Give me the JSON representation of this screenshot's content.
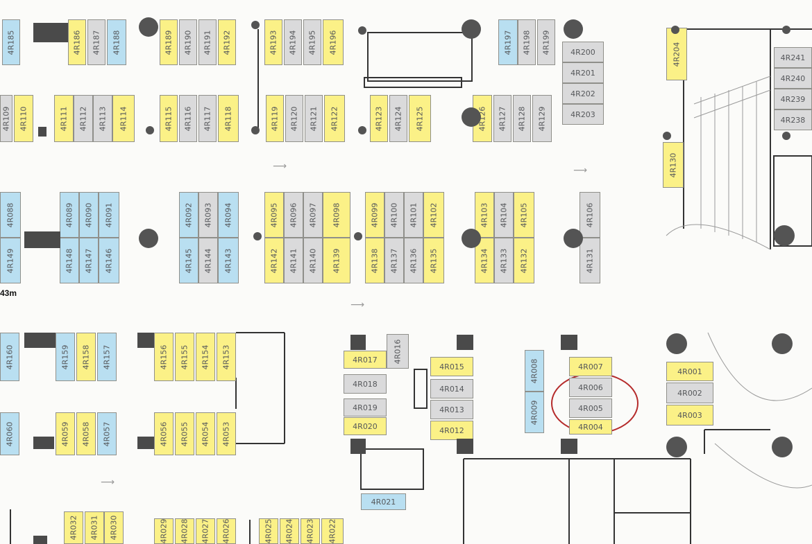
{
  "scale_label": "43m",
  "colors": {
    "yellow": "#fbf187",
    "gray": "#dadadb",
    "blue": "#b9dff1",
    "highlight": "#b52b2b"
  },
  "highlight_note": "Red circle around booths 4R006 and 4R005",
  "booths": [
    {
      "id": "4R185",
      "c": "blue"
    },
    {
      "id": "4R186",
      "c": "yellow"
    },
    {
      "id": "4R187",
      "c": "gray"
    },
    {
      "id": "4R188",
      "c": "blue"
    },
    {
      "id": "4R189",
      "c": "yellow"
    },
    {
      "id": "4R190",
      "c": "gray"
    },
    {
      "id": "4R191",
      "c": "gray"
    },
    {
      "id": "4R192",
      "c": "yellow"
    },
    {
      "id": "4R193",
      "c": "yellow"
    },
    {
      "id": "4R194",
      "c": "gray"
    },
    {
      "id": "4R195",
      "c": "gray"
    },
    {
      "id": "4R196",
      "c": "yellow"
    },
    {
      "id": "4R197",
      "c": "blue"
    },
    {
      "id": "4R198",
      "c": "gray"
    },
    {
      "id": "4R199",
      "c": "gray"
    },
    {
      "id": "4R200",
      "c": "gray"
    },
    {
      "id": "4R201",
      "c": "gray"
    },
    {
      "id": "4R202",
      "c": "gray"
    },
    {
      "id": "4R203",
      "c": "gray"
    },
    {
      "id": "4R204",
      "c": "yellow"
    },
    {
      "id": "4R241",
      "c": "gray"
    },
    {
      "id": "4R240",
      "c": "gray"
    },
    {
      "id": "4R239",
      "c": "gray"
    },
    {
      "id": "4R238",
      "c": "gray"
    },
    {
      "id": "4R109",
      "c": "gray"
    },
    {
      "id": "4R110",
      "c": "yellow"
    },
    {
      "id": "4R111",
      "c": "yellow"
    },
    {
      "id": "4R112",
      "c": "gray"
    },
    {
      "id": "4R113",
      "c": "gray"
    },
    {
      "id": "4R114",
      "c": "yellow"
    },
    {
      "id": "4R115",
      "c": "yellow"
    },
    {
      "id": "4R116",
      "c": "gray"
    },
    {
      "id": "4R117",
      "c": "gray"
    },
    {
      "id": "4R118",
      "c": "yellow"
    },
    {
      "id": "4R119",
      "c": "yellow"
    },
    {
      "id": "4R120",
      "c": "gray"
    },
    {
      "id": "4R121",
      "c": "gray"
    },
    {
      "id": "4R122",
      "c": "yellow"
    },
    {
      "id": "4R123",
      "c": "yellow"
    },
    {
      "id": "4R124",
      "c": "gray"
    },
    {
      "id": "4R125",
      "c": "yellow"
    },
    {
      "id": "4R126",
      "c": "yellow"
    },
    {
      "id": "4R127",
      "c": "gray"
    },
    {
      "id": "4R128",
      "c": "gray"
    },
    {
      "id": "4R129",
      "c": "gray"
    },
    {
      "id": "4R130",
      "c": "yellow"
    },
    {
      "id": "4R088",
      "c": "blue"
    },
    {
      "id": "4R089",
      "c": "blue"
    },
    {
      "id": "4R090",
      "c": "blue"
    },
    {
      "id": "4R091",
      "c": "blue"
    },
    {
      "id": "4R092",
      "c": "blue"
    },
    {
      "id": "4R093",
      "c": "gray"
    },
    {
      "id": "4R094",
      "c": "blue"
    },
    {
      "id": "4R095",
      "c": "yellow"
    },
    {
      "id": "4R096",
      "c": "gray"
    },
    {
      "id": "4R097",
      "c": "gray"
    },
    {
      "id": "4R098",
      "c": "yellow"
    },
    {
      "id": "4R099",
      "c": "yellow"
    },
    {
      "id": "4R100",
      "c": "gray"
    },
    {
      "id": "4R101",
      "c": "gray"
    },
    {
      "id": "4R102",
      "c": "yellow"
    },
    {
      "id": "4R103",
      "c": "yellow"
    },
    {
      "id": "4R104",
      "c": "gray"
    },
    {
      "id": "4R105",
      "c": "yellow"
    },
    {
      "id": "4R106",
      "c": "gray"
    },
    {
      "id": "4R149",
      "c": "blue"
    },
    {
      "id": "4R148",
      "c": "blue"
    },
    {
      "id": "4R147",
      "c": "blue"
    },
    {
      "id": "4R146",
      "c": "blue"
    },
    {
      "id": "4R145",
      "c": "blue"
    },
    {
      "id": "4R144",
      "c": "gray"
    },
    {
      "id": "4R143",
      "c": "blue"
    },
    {
      "id": "4R142",
      "c": "yellow"
    },
    {
      "id": "4R141",
      "c": "gray"
    },
    {
      "id": "4R140",
      "c": "gray"
    },
    {
      "id": "4R139",
      "c": "yellow"
    },
    {
      "id": "4R138",
      "c": "yellow"
    },
    {
      "id": "4R137",
      "c": "gray"
    },
    {
      "id": "4R136",
      "c": "gray"
    },
    {
      "id": "4R135",
      "c": "yellow"
    },
    {
      "id": "4R134",
      "c": "yellow"
    },
    {
      "id": "4R133",
      "c": "gray"
    },
    {
      "id": "4R132",
      "c": "yellow"
    },
    {
      "id": "4R131",
      "c": "gray"
    },
    {
      "id": "4R160",
      "c": "blue"
    },
    {
      "id": "4R159",
      "c": "blue"
    },
    {
      "id": "4R158",
      "c": "yellow"
    },
    {
      "id": "4R157",
      "c": "blue"
    },
    {
      "id": "4R156",
      "c": "yellow"
    },
    {
      "id": "4R155",
      "c": "yellow"
    },
    {
      "id": "4R154",
      "c": "yellow"
    },
    {
      "id": "4R153",
      "c": "yellow"
    },
    {
      "id": "4R017",
      "c": "yellow"
    },
    {
      "id": "4R016",
      "c": "gray"
    },
    {
      "id": "4R018",
      "c": "gray"
    },
    {
      "id": "4R019",
      "c": "gray"
    },
    {
      "id": "4R020",
      "c": "yellow"
    },
    {
      "id": "4R015",
      "c": "yellow"
    },
    {
      "id": "4R014",
      "c": "gray"
    },
    {
      "id": "4R013",
      "c": "gray"
    },
    {
      "id": "4R012",
      "c": "yellow"
    },
    {
      "id": "4R008",
      "c": "blue"
    },
    {
      "id": "4R009",
      "c": "blue"
    },
    {
      "id": "4R007",
      "c": "yellow"
    },
    {
      "id": "4R006",
      "c": "gray"
    },
    {
      "id": "4R005",
      "c": "gray"
    },
    {
      "id": "4R004",
      "c": "yellow"
    },
    {
      "id": "4R001",
      "c": "yellow"
    },
    {
      "id": "4R002",
      "c": "gray"
    },
    {
      "id": "4R003",
      "c": "yellow"
    },
    {
      "id": "4R060",
      "c": "blue"
    },
    {
      "id": "4R059",
      "c": "yellow"
    },
    {
      "id": "4R058",
      "c": "yellow"
    },
    {
      "id": "4R057",
      "c": "blue"
    },
    {
      "id": "4R056",
      "c": "yellow"
    },
    {
      "id": "4R055",
      "c": "yellow"
    },
    {
      "id": "4R054",
      "c": "yellow"
    },
    {
      "id": "4R053",
      "c": "yellow"
    },
    {
      "id": "4R021",
      "c": "blue"
    },
    {
      "id": "4R032",
      "c": "yellow"
    },
    {
      "id": "4R031",
      "c": "yellow"
    },
    {
      "id": "4R030",
      "c": "yellow"
    },
    {
      "id": "4R029",
      "c": "yellow"
    },
    {
      "id": "4R028",
      "c": "yellow"
    },
    {
      "id": "4R027",
      "c": "yellow"
    },
    {
      "id": "4R026",
      "c": "yellow"
    },
    {
      "id": "4R025",
      "c": "yellow"
    },
    {
      "id": "4R024",
      "c": "yellow"
    },
    {
      "id": "4R023",
      "c": "yellow"
    },
    {
      "id": "4R022",
      "c": "yellow"
    }
  ]
}
